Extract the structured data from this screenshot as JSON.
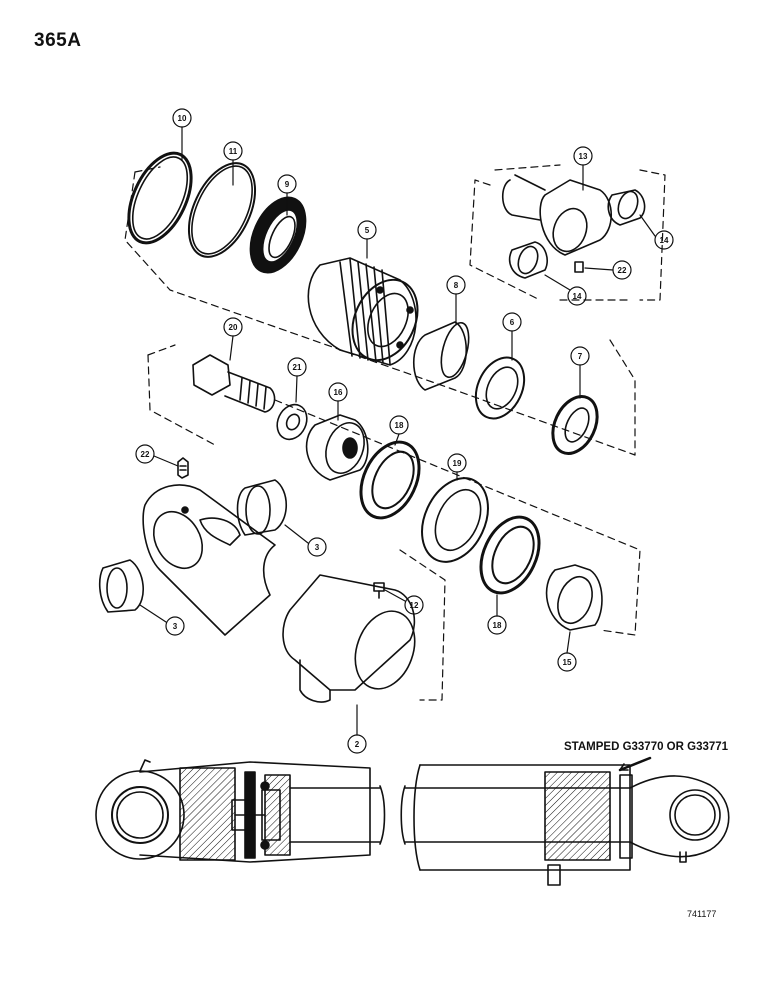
{
  "page_number": "365A",
  "stamp_note": "STAMPED G33770 OR G33771",
  "drawing_ref": "741177",
  "callouts": [
    "10",
    "11",
    "9",
    "5",
    "13",
    "14",
    "22",
    "14",
    "8",
    "6",
    "7",
    "20",
    "21",
    "16",
    "18",
    "19",
    "22",
    "3",
    "12",
    "3",
    "18",
    "15",
    "2"
  ],
  "colors": {
    "ink": "#111111",
    "paper": "#ffffff"
  }
}
